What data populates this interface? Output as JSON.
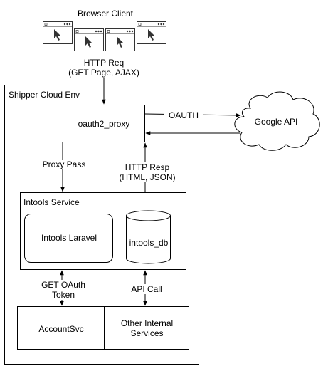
{
  "browser": {
    "label": "Browser Client",
    "icon": "browser-window-icon"
  },
  "request": {
    "line1": "HTTP Req",
    "line2": "(GET Page, AJAX)"
  },
  "cloud_env": {
    "label": "Shipper Cloud Env"
  },
  "proxy": {
    "label": "oauth2_proxy"
  },
  "oauth_flow": {
    "label": "OAUTH"
  },
  "google": {
    "label": "Google API"
  },
  "proxy_pass": {
    "label": "Proxy Pass"
  },
  "response": {
    "line1": "HTTP Resp",
    "line2": "(HTML, JSON)"
  },
  "intools": {
    "label": "Intools Service",
    "laravel_label": "Intools Laravel",
    "db_label": "intools_db"
  },
  "oauth_token": {
    "line1": "GET OAuth",
    "line2": "Token"
  },
  "api_call": {
    "label": "API Call"
  },
  "account_svc": {
    "label": "AccountSvc"
  },
  "other_services": {
    "line1": "Other Internal",
    "line2": "Services"
  }
}
